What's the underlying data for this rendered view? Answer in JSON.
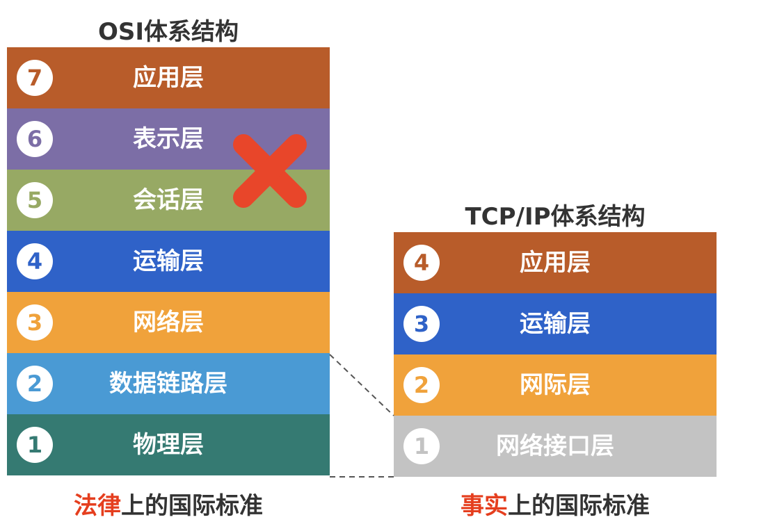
{
  "osi": {
    "title": "OSI体系结构",
    "layers": [
      {
        "number": "7",
        "name": "应用层",
        "color": "#b85c2a"
      },
      {
        "number": "6",
        "name": "表示层",
        "color": "#7c6ea6"
      },
      {
        "number": "5",
        "name": "会话层",
        "color": "#97a964"
      },
      {
        "number": "4",
        "name": "运输层",
        "color": "#2f62c8"
      },
      {
        "number": "3",
        "name": "网络层",
        "color": "#f0a23b"
      },
      {
        "number": "2",
        "name": "数据链路层",
        "color": "#4a9ad4"
      },
      {
        "number": "1",
        "name": "物理层",
        "color": "#357a72"
      }
    ],
    "caption_highlight": "法律",
    "caption_rest": "上的国际标准"
  },
  "tcpip": {
    "title": "TCP/IP体系结构",
    "layers": [
      {
        "number": "4",
        "name": "应用层",
        "color": "#b85c2a"
      },
      {
        "number": "3",
        "name": "运输层",
        "color": "#2f62c8"
      },
      {
        "number": "2",
        "name": "网际层",
        "color": "#f0a23b"
      },
      {
        "number": "1",
        "name": "网络接口层",
        "color": "#c3c3c3"
      }
    ],
    "caption_highlight": "事实",
    "caption_rest": "上的国际标准"
  },
  "colors": {
    "cross": "#e8462a",
    "highlight": "#e53e1e",
    "connector": "#555555"
  }
}
